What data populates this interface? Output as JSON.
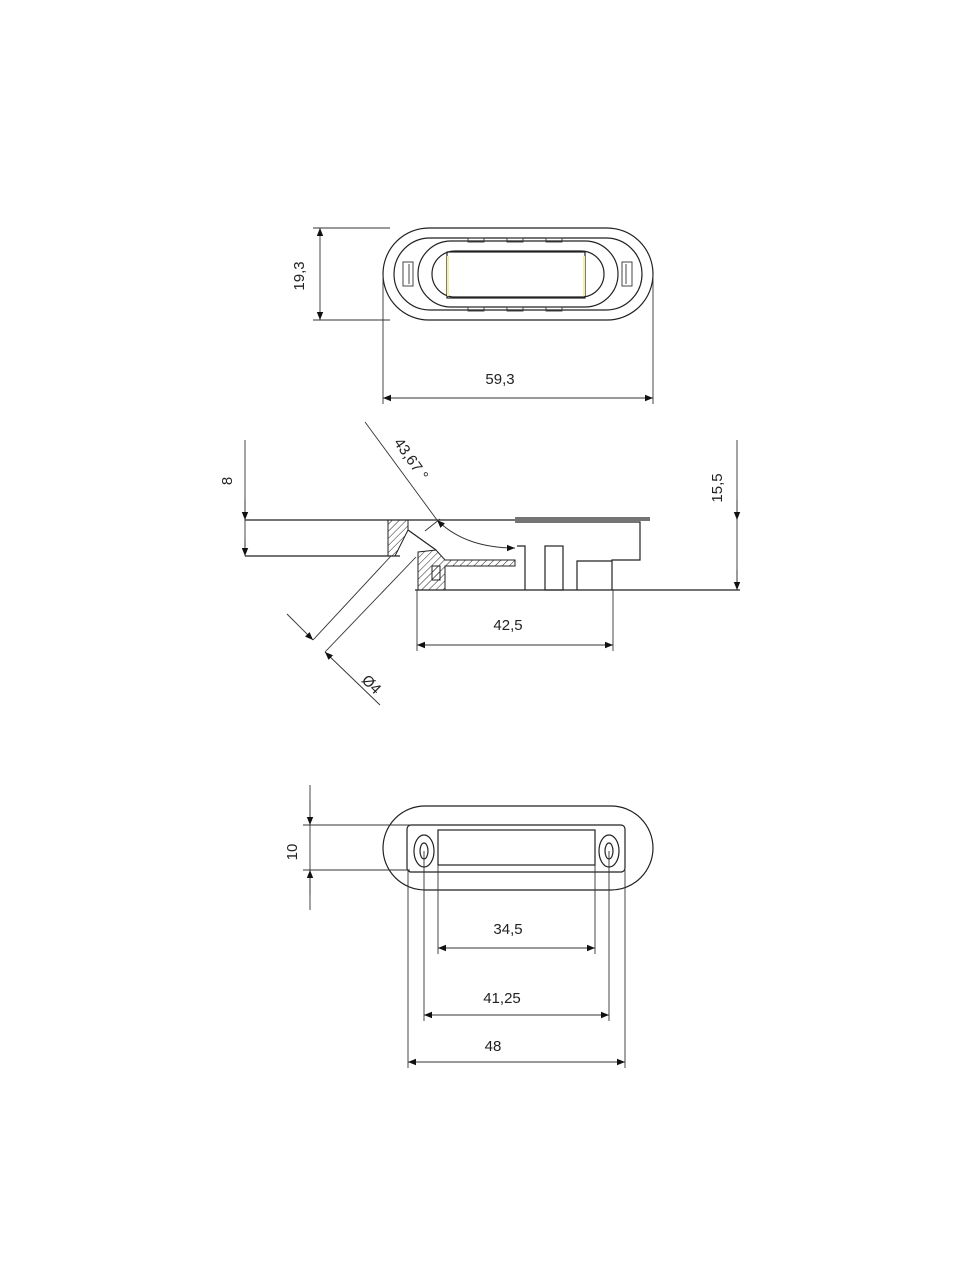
{
  "drawing": {
    "top_view": {
      "height_label": "19,3",
      "width_label": "59,3"
    },
    "side_view": {
      "flange_height_label": "8",
      "total_height_label": "15,5",
      "angle_label": "43,67 °",
      "hole_diameter_label": "Ø4",
      "body_length_label": "42,5"
    },
    "bottom_view": {
      "height_label": "10",
      "inner_length_label": "34,5",
      "hole_spacing_label": "41,25",
      "overall_length_label": "48"
    },
    "colors": {
      "line": "#222222",
      "highlight": "#f2f2a0"
    }
  }
}
